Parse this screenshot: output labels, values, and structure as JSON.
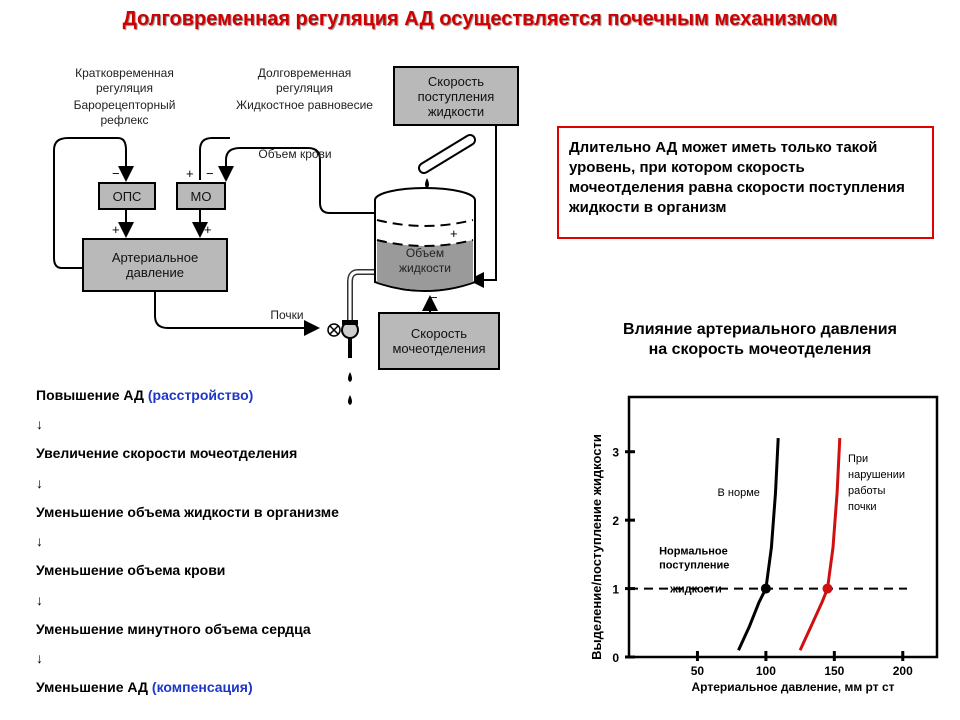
{
  "title": "Долговременная регуляция АД осуществляется почечным механизмом",
  "diagram": {
    "short_term_label": "Кратковременная регуляция",
    "baroreflex_label": "Барорецепторный рефлекс",
    "long_term_label": "Долговременная регуляция",
    "fluid_balance_label": "Жидкостное равновесие",
    "blood_volume_label": "Объем крови",
    "ops_label": "ОПС",
    "mo_label": "МО",
    "arterial_pressure_label": "Артериальное давление",
    "intake_rate_label": "Скорость поступления жидкости",
    "fluid_volume_label": "Объем жидкости",
    "urine_rate_label": "Скорость мочеотделения",
    "kidneys_label": "Почки",
    "plus": "+",
    "minus": "−"
  },
  "callout": "Длительно АД может иметь только такой уровень, при котором скорость мочеотделения равна скорости поступления жидкости в организм",
  "chain": [
    {
      "text": "Повышение АД ",
      "note": "(расстройство)"
    },
    {
      "text": "↓",
      "note": ""
    },
    {
      "text": "Увеличение скорости мочеотделения",
      "note": ""
    },
    {
      "text": "↓",
      "note": ""
    },
    {
      "text": "Уменьшение объема жидкости в организме",
      "note": ""
    },
    {
      "text": "↓",
      "note": ""
    },
    {
      "text": "Уменьшение объема крови",
      "note": ""
    },
    {
      "text": "↓",
      "note": ""
    },
    {
      "text": "Уменьшение минутного объема сердца",
      "note": ""
    },
    {
      "text": "↓",
      "note": ""
    },
    {
      "text": "Уменьшение АД ",
      "note": "(компенсация)"
    }
  ],
  "colors": {
    "title": "#d00000",
    "note": "#1d36c8",
    "callout_border": "#e00000",
    "impaired_curve": "#d01010",
    "box_fill": "#b9b9b9"
  },
  "chart_data": {
    "type": "line",
    "title": "Влияние артериального давления на скорость мочеотделения",
    "xlabel": "Артериальное давление, мм рт ст",
    "ylabel": "Выделение/поступление жидкости",
    "xlim": [
      0,
      225
    ],
    "ylim": [
      0,
      3.8
    ],
    "x_ticks": [
      0,
      50,
      100,
      150,
      200
    ],
    "y_ticks": [
      0,
      1,
      2,
      3
    ],
    "series": [
      {
        "name": "В норме",
        "color": "#000000",
        "x": [
          80,
          88,
          95,
          100,
          104,
          107,
          109
        ],
        "y": [
          0.1,
          0.45,
          0.8,
          1.0,
          1.6,
          2.4,
          3.2
        ]
      },
      {
        "name": "При нарушении работы почки",
        "color": "#d01010",
        "x": [
          125,
          133,
          141,
          145,
          149,
          152,
          154
        ],
        "y": [
          0.1,
          0.45,
          0.8,
          1.0,
          1.6,
          2.4,
          3.2
        ]
      }
    ],
    "reference_line": {
      "label": "Нормальное поступление жидкости",
      "y": 1
    },
    "points": [
      {
        "x": 100,
        "y": 1,
        "color": "#000000"
      },
      {
        "x": 145,
        "y": 1,
        "color": "#d01010"
      }
    ]
  }
}
